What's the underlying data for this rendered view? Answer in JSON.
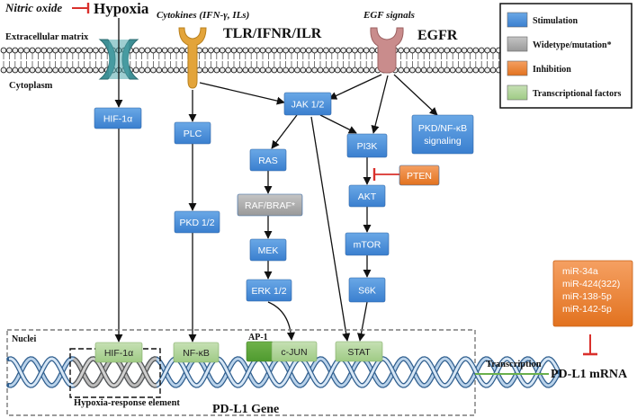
{
  "header": {
    "nitric_oxide": "Nitric oxide",
    "hypoxia": "Hypoxia",
    "cytokines": "Cytokines (IFN-γ, ILs)",
    "receptor_tlr": "TLR/IFNR/ILR",
    "egf_signals": "EGF signals",
    "receptor_egfr": "EGFR"
  },
  "membrane": {
    "extracellular": "Extracellular matrix",
    "cytoplasm": "Cytoplasm"
  },
  "legend": {
    "items": [
      {
        "label": "Stimulation",
        "color": "#4a90d9"
      },
      {
        "label": "Widetype/mutation*",
        "color": "#a6a6a6"
      },
      {
        "label": "Inhibition",
        "color": "#ed7d31"
      },
      {
        "label": "Transcriptional factors",
        "color": "#a9d18e"
      }
    ]
  },
  "nodes": {
    "hif1a": "HIF-1α",
    "plc": "PLC",
    "pkd12": "PKD 1/2",
    "jak12": "JAK 1/2",
    "pkd_nfkb_1": "PKD/NF-κB",
    "pkd_nfkb_2": "signaling",
    "ras": "RAS",
    "raf": "RAF/BRAF*",
    "mek": "MEK",
    "erk": "ERK 1/2",
    "pi3k": "PI3K",
    "pten": "PTEN",
    "akt": "AKT",
    "mtor": "mTOR",
    "s6k": "S6K"
  },
  "mirna": [
    "miR-34a",
    "miR-424(322)",
    "miR-138-5p",
    "miR-142-5p"
  ],
  "nucleus": {
    "label": "Nuclei",
    "tf_hif1a": "HIF-1α",
    "tf_nfkb": "NF-κB",
    "ap1": "AP-1",
    "tf_cjun": "c-JUN",
    "tf_stat": "STAT",
    "hre": "Hypoxia-response element",
    "gene": "PD-L1 Gene"
  },
  "transcription": "Transcription",
  "pdl1_mrna": "PD-L1 mRNA",
  "colors": {
    "stimulation": "#4a90d9",
    "mutation": "#a6a6a6",
    "inhibition": "#ed7d31",
    "tf": "#a9d18e",
    "inhibit_arrow": "#d9302c",
    "teal_receptor": "#3e8f95",
    "orange_receptor": "#e3a43a",
    "pink_receptor": "#c98c8c"
  }
}
